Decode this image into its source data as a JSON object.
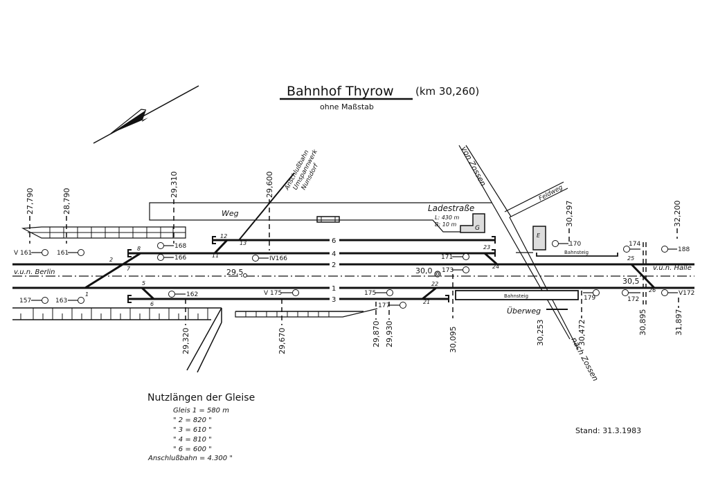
{
  "header": {
    "title": "Bahnhof Thyrow",
    "km": "(km 30,260)",
    "scale_note": "ohne Maßstab"
  },
  "tracks": {
    "t6": "6",
    "t4": "4",
    "t2": "2",
    "t1": "1",
    "t3": "3"
  },
  "directions": {
    "berlin": "v.u.n. Berlin",
    "halle": "v.u.n. Halle",
    "zossen": "von Zossen",
    "zossen_to": "nach Zossen"
  },
  "places": {
    "weg": "Weg",
    "ladestrasse": "Ladestraße",
    "ladestrasse_l": "L: 430 m",
    "ladestrasse_b": "B: 10 m",
    "goods_shed": "G",
    "station_building": "E",
    "feldweg": "Feldweg",
    "bahnsteig_upper": "Bahnsteig",
    "bahnsteig_lower": "Bahnsteig",
    "ueberweg": "Überweg",
    "anschluss": [
      "Anschlußbahn",
      "Umspannwerk",
      "Nunsdorf"
    ]
  },
  "km_markers": [
    "27,790",
    "28,790",
    "29,310",
    "29,600",
    "29,320",
    "29,670",
    "29,870",
    "29,930",
    "30,095",
    "30,253",
    "30,472",
    "30,297",
    "32,200",
    "30,895",
    "31,897"
  ],
  "km_posts": [
    "29,5",
    "30,0",
    "30,5"
  ],
  "turnouts": [
    "1",
    "2",
    "5",
    "6",
    "7",
    "8",
    "11",
    "12",
    "13",
    "21",
    "22",
    "23",
    "24",
    "25",
    "26"
  ],
  "signals": [
    "V 161",
    "161",
    "157",
    "163",
    "168",
    "166",
    "IV166",
    "162",
    "V 175",
    "175",
    "177",
    "171",
    "173",
    "170",
    "174",
    "188",
    "179",
    "172",
    "V172"
  ],
  "legend": {
    "title": "Nutzlängen der Gleise",
    "rows": [
      "Gleis  1 = 580 m",
      "\"   2 = 820 \"",
      "\"   3 = 610 \"",
      "\"   4 = 810 \"",
      "\"   6 = 600 \"",
      "Anschlußbahn = 4.300 \""
    ]
  },
  "stand": "Stand:  31.3.1983"
}
